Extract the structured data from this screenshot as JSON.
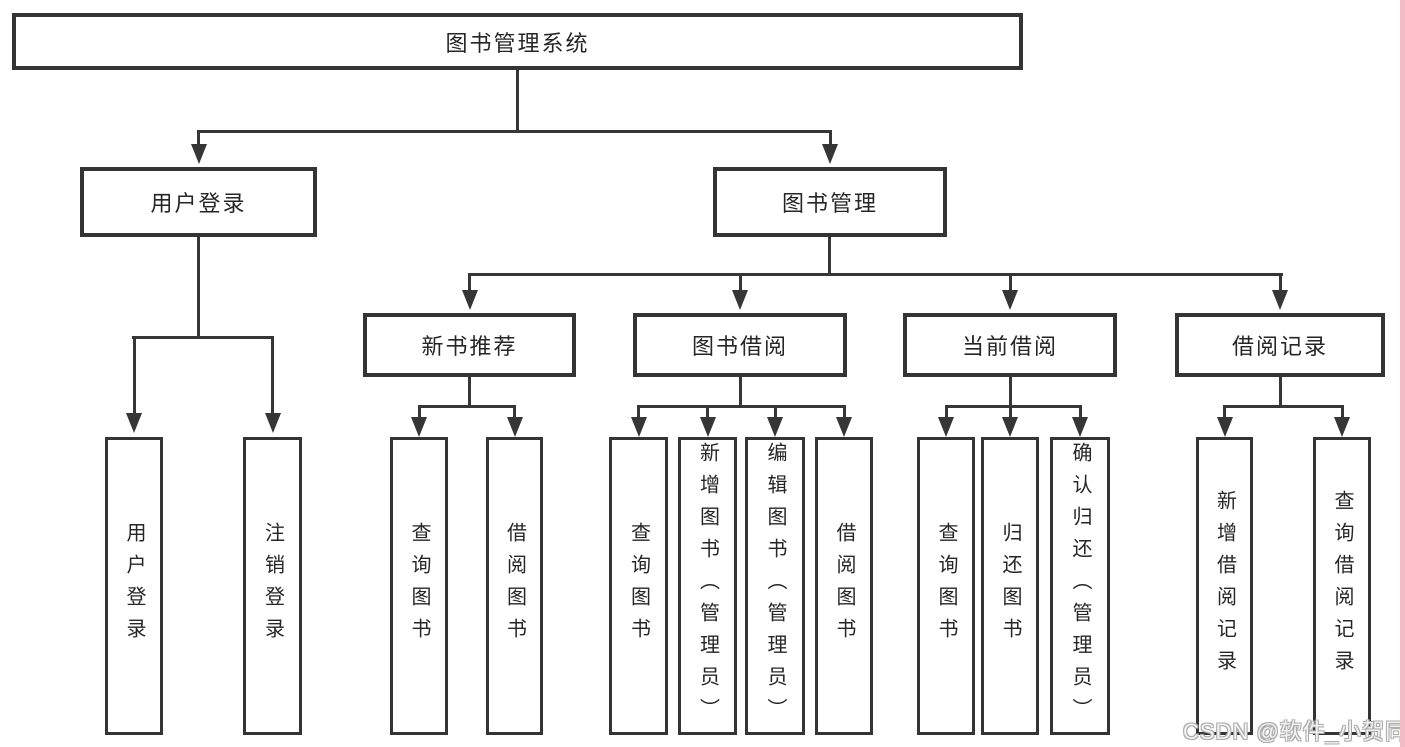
{
  "tree": {
    "root": {
      "label": "图书管理系统"
    },
    "branches": [
      {
        "label": "用户登录",
        "children": [
          {
            "label": "用户登录"
          },
          {
            "label": "注销登录"
          }
        ]
      },
      {
        "label": "图书管理",
        "children": [
          {
            "label": "新书推荐",
            "children": [
              {
                "label": "查询图书"
              },
              {
                "label": "借阅图书"
              }
            ]
          },
          {
            "label": "图书借阅",
            "children": [
              {
                "label": "查询图书"
              },
              {
                "label": "新增图书（管理员）"
              },
              {
                "label": "编辑图书（管理员）"
              },
              {
                "label": "借阅图书"
              }
            ]
          },
          {
            "label": "当前借阅",
            "children": [
              {
                "label": "查询图书"
              },
              {
                "label": "归还图书"
              },
              {
                "label": "确认归还（管理员）"
              }
            ]
          },
          {
            "label": "借阅记录",
            "children": [
              {
                "label": "新增借阅记录"
              },
              {
                "label": "查询借阅记录"
              }
            ]
          }
        ]
      }
    ]
  },
  "watermark": {
    "text": "CSDN @软件_小贺同学"
  },
  "colors": {
    "line": "#363636",
    "box_border": "#343434",
    "text": "#262626",
    "background": "#ffffff",
    "watermark": "#f2f2f2",
    "right_edge_strip": "#f2bbc6"
  }
}
